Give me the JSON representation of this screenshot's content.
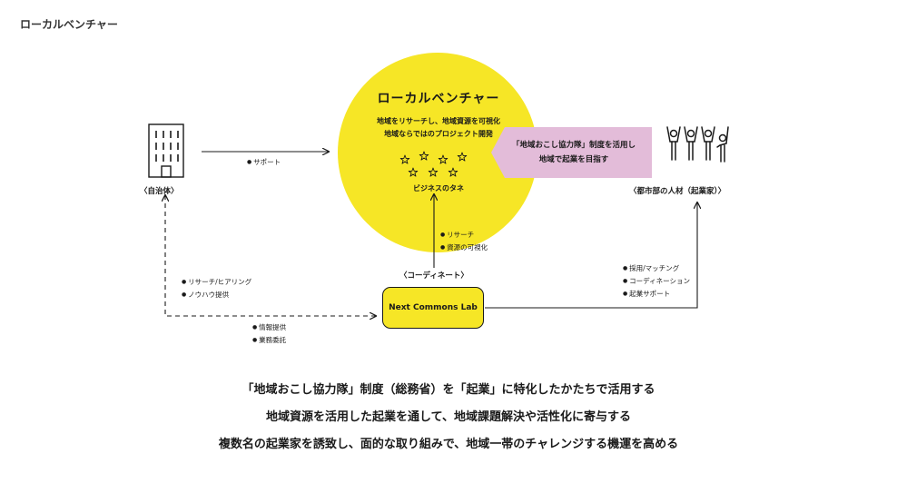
{
  "page": {
    "title": "ローカルベンチャー"
  },
  "venture": {
    "title": "ローカルベンチャー",
    "desc_line1": "地域をリサーチし、地域資源を可視化",
    "desc_line2": "地域ならではのプロジェクト開発",
    "seeds_label": "ビジネスのタネ",
    "fill_color": "#f6e626"
  },
  "callout": {
    "line1": "「地域おこし協力隊」制度を活用し",
    "line2": "地域で起業を目指す",
    "fill_color": "#e3bcd9"
  },
  "government": {
    "label": "〈自治体〉"
  },
  "talent": {
    "label": "〈都市部の人材（起業家）〉"
  },
  "coordinator": {
    "label": "〈コーディネート〉"
  },
  "ncl": {
    "label": "Next Commons Lab"
  },
  "edges": {
    "support": [
      "サポート"
    ],
    "research": [
      "リサーチ",
      "資源の可視化"
    ],
    "gov_to_ncl": [
      "リサーチ/ヒアリング",
      "ノウハウ提供"
    ],
    "ncl_to_talent": [
      "採用/マッチング",
      "コーディネーション",
      "起業サポート"
    ],
    "info": [
      "情報提供",
      "業務委託"
    ]
  },
  "summary": [
    "「地域おこし協力隊」制度（総務省）を「起業」に特化したかたちで活用する",
    "地域資源を活用した起業を通して、地域課題解決や活性化に寄与する",
    "複数名の起業家を誘致し、面的な取り組みで、地域一帯のチャレンジする機運を高める"
  ]
}
